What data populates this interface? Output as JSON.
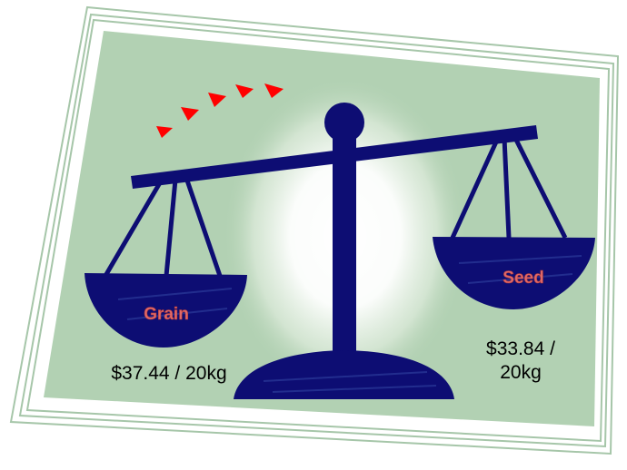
{
  "scale": {
    "left_pan_label": "Grain",
    "right_pan_label": "Seed",
    "left_price": "$37.44 / 20kg",
    "right_price_line1": "$33.84 /",
    "right_price_line2": "20kg"
  },
  "colors": {
    "card_background": "#b2d1b3",
    "frame_lines": "#a6c6a9",
    "scale_navy": "#0d0d73",
    "arrow_red": "#ff0000",
    "glow": "#ffffff"
  },
  "icons": {
    "arrows": "red-triangle-arrow-icon",
    "scale": "balance-scale-icon"
  }
}
